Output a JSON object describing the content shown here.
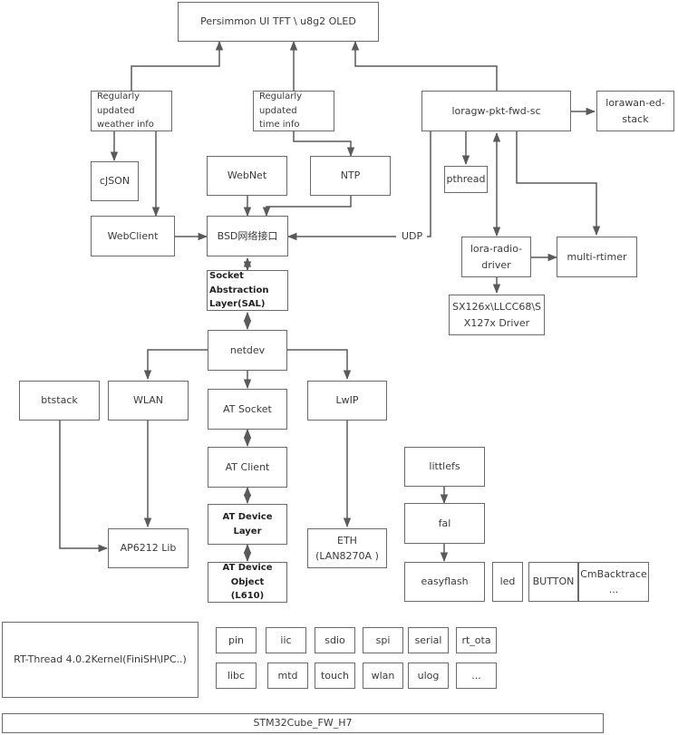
{
  "diagram": {
    "title": "RT-Thread Software Architecture",
    "nodes": {
      "persimmon": "Persimmon UI  TFT \\ u8g2 OLED",
      "weather": "Regularly updated\nweather info",
      "time": "Regularly updated\ntime info",
      "loragw": "loragw-pkt-fwd-sc",
      "lorawan": "lorawan-ed-\nstack",
      "cjson": "cJSON",
      "webnet": "WebNet",
      "ntp": "NTP",
      "pthread": "pthread",
      "webclient": "WebClient",
      "bsd": "BSD网络接口",
      "lora_radio": "lora-radio-\ndriver",
      "multi_rtimer": "multi-rtimer",
      "sal": "Socket Abstraction\nLayer(SAL)",
      "sx126x": "SX126x\\LLCC68\\S\nX127x Driver",
      "netdev": "netdev",
      "btstack": "btstack",
      "wlan": "WLAN",
      "at_socket": "AT Socket",
      "lwip": "LwIP",
      "at_client": "AT Client",
      "littlefs": "littlefs",
      "fal": "fal",
      "ap6212": "AP6212 Lib",
      "at_device_layer": "AT Device Layer",
      "eth": "ETH\n(LAN8270A )",
      "at_device_object": "AT Device Object\n(L610)",
      "easyflash": "easyflash",
      "led": "led",
      "button": "BUTTON",
      "cmbacktrace": "CmBacktrace\n...",
      "rtthread": "RT-Thread 4.0.2Kernel(FiniSH\\IPC..)",
      "stm32cube": "STM32Cube_FW_H7"
    },
    "drivers_row1": [
      "pin",
      "iic",
      "sdio",
      "spi",
      "serial",
      "rt_ota"
    ],
    "drivers_row2": [
      "libc",
      "mtd",
      "touch",
      "wlan",
      "ulog",
      "..."
    ],
    "edge_labels": {
      "udp": "UDP"
    },
    "colors": {
      "line": "#5a5a5a",
      "border": "#6b6b6b"
    }
  }
}
